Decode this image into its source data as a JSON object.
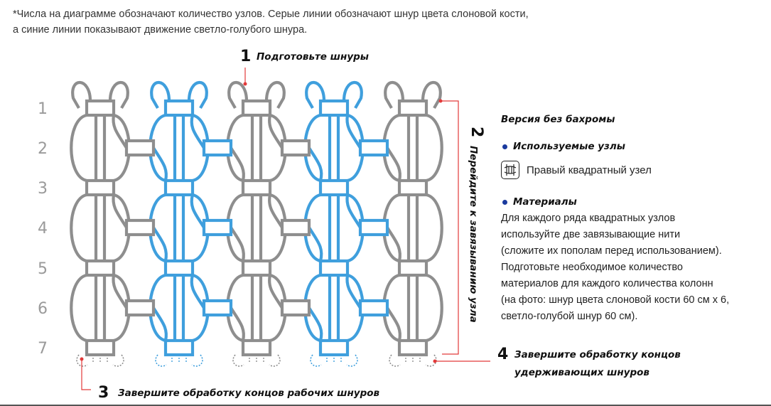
{
  "note": {
    "line1": "*Числа на диаграмме обозначают количество узлов. Серые линии обозначают шнур цвета слоновой кости,",
    "line2": "а синие линии показывают движение светло-голубого шнура."
  },
  "rows": [
    "1",
    "2",
    "3",
    "4",
    "5",
    "6",
    "7"
  ],
  "steps": {
    "step1": {
      "number": "1",
      "text": "Подготовьте шнуры"
    },
    "step2": {
      "number": "2",
      "text": "Перейдите к завязыванию узла"
    },
    "step3": {
      "number": "3",
      "text": "Завершите обработку концов рабочих шнуров"
    },
    "step4": {
      "number": "4",
      "line1": "Завершите обработку концов",
      "line2": "удерживающих шнуров"
    }
  },
  "panel": {
    "title": "Версия без бахромы",
    "knots_heading": "Используемые узлы",
    "knot_icon": "square-knot-icon",
    "knot_name": "Правый квадратный узел",
    "materials_heading": "Материалы",
    "materials_lines": [
      "Для каждого ряда квадратных узлов",
      "используйте две завязывающие нити",
      "(сложите их пополам перед использованием).",
      "Подготовьте необходимое количество",
      "материалов для каждого количества колонн",
      "(на фото: шнур цвета слоновой кости 60 см х 6,",
      "светло-голубой шнур 60 см)."
    ]
  },
  "colors": {
    "gray_cord": "#8e8e8e",
    "blue_cord": "#3f9fdd",
    "leader_line": "#e23a3a",
    "bullet": "#1a3a9e"
  }
}
